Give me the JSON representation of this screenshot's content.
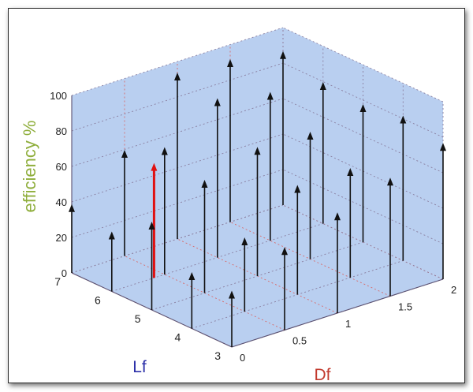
{
  "chart_data": {
    "type": "scatter",
    "subtype": "3d-stem",
    "zlabel": "efficiency %",
    "ylabel": "Lf",
    "xlabel": "Df",
    "zlim": [
      0,
      100
    ],
    "ylim": [
      3,
      7
    ],
    "xlim": [
      0,
      2
    ],
    "z_ticks": [
      "0",
      "20",
      "40",
      "60",
      "80",
      "100"
    ],
    "y_ticks": [
      "3",
      "4",
      "5",
      "6",
      "7"
    ],
    "x_ticks": [
      "0",
      "0.5",
      "1",
      "1.5",
      "2"
    ],
    "grid": true,
    "colors": {
      "pane": "#b9cff0",
      "zlabel": "#8fae3c",
      "ylabel": "#2b2fa8",
      "xlabel": "#c23a2e",
      "stem": "#111111",
      "highlight": "#e01010",
      "grid_dotted": "#8a7fa0",
      "grid_red": "#d86a6a"
    },
    "points": [
      {
        "df": 0.0,
        "lf": 7.0,
        "eff": 37
      },
      {
        "df": 0.5,
        "lf": 7.0,
        "eff": 58
      },
      {
        "df": 1.0,
        "lf": 7.0,
        "eff": 92
      },
      {
        "df": 1.5,
        "lf": 7.0,
        "eff": 90
      },
      {
        "df": 2.0,
        "lf": 7.0,
        "eff": 85
      },
      {
        "df": 0.0,
        "lf": 6.0,
        "eff": 32
      },
      {
        "df": 0.5,
        "lf": 6.0,
        "eff": 70
      },
      {
        "df": 1.0,
        "lf": 6.0,
        "eff": 88
      },
      {
        "df": 1.5,
        "lf": 6.0,
        "eff": 82
      },
      {
        "df": 2.0,
        "lf": 6.0,
        "eff": 78
      },
      {
        "df": 0.0,
        "lf": 5.0,
        "eff": 48
      },
      {
        "df": 0.5,
        "lf": 5.0,
        "eff": 62
      },
      {
        "df": 1.0,
        "lf": 5.0,
        "eff": 71
      },
      {
        "df": 1.5,
        "lf": 5.0,
        "eff": 70
      },
      {
        "df": 2.0,
        "lf": 5.0,
        "eff": 76
      },
      {
        "df": 0.0,
        "lf": 4.0,
        "eff": 30
      },
      {
        "df": 0.5,
        "lf": 4.0,
        "eff": 40
      },
      {
        "df": 1.0,
        "lf": 4.0,
        "eff": 60
      },
      {
        "df": 1.5,
        "lf": 4.0,
        "eff": 60
      },
      {
        "df": 2.0,
        "lf": 4.0,
        "eff": 80
      },
      {
        "df": 0.0,
        "lf": 3.0,
        "eff": 30
      },
      {
        "df": 0.5,
        "lf": 3.0,
        "eff": 45
      },
      {
        "df": 1.0,
        "lf": 3.0,
        "eff": 55
      },
      {
        "df": 1.5,
        "lf": 3.0,
        "eff": 65
      },
      {
        "df": 2.0,
        "lf": 3.0,
        "eff": 75
      },
      {
        "df": 0.4,
        "lf": 6.0,
        "eff": 63,
        "highlight": true
      }
    ]
  }
}
